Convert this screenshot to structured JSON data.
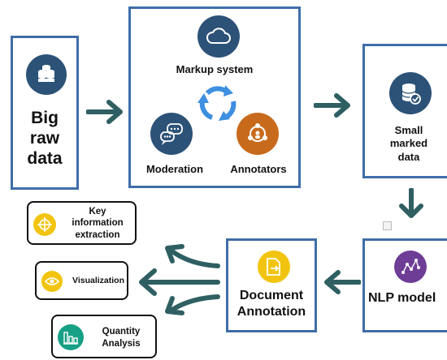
{
  "colors": {
    "box_border": "#3f6da8",
    "navy_icon": "#2c5277",
    "orange_icon": "#c86a1c",
    "purple_icon": "#6e3d96",
    "yellow_icon": "#f2c40f",
    "teal_icon": "#16a085",
    "arrow": "#2f5f62",
    "cycle_arrow": "#3d8fe0"
  },
  "nodes": {
    "big_raw_data": {
      "label_line1": "Big",
      "label_line2": "raw",
      "label_line3": "data",
      "icon": "database-icon"
    },
    "markup_system": {
      "label": "Markup system",
      "icon": "cloud-icon"
    },
    "moderation": {
      "label": "Moderation",
      "icon": "chat-bubbles-icon"
    },
    "annotators": {
      "label": "Annotators",
      "icon": "people-network-icon"
    },
    "small_marked_data": {
      "label_line1": "Small",
      "label_line2": "marked",
      "label_line3": "data",
      "icon": "database-check-icon"
    },
    "nlp_model": {
      "label": "NLP model",
      "icon": "graph-icon"
    },
    "document_annotation": {
      "label_line1": "Document",
      "label_line2": "Annotation",
      "icon": "document-arrow-icon"
    }
  },
  "outputs": {
    "key_info": {
      "label_line1": "Key",
      "label_line2": "information",
      "label_line3": "extraction",
      "icon": "target-icon"
    },
    "visualization": {
      "label": "Visualization",
      "icon": "eye-icon"
    },
    "quantity_analysis": {
      "label_line1": "Quantity",
      "label_line2": "Analysis",
      "icon": "bar-chart-icon"
    }
  }
}
